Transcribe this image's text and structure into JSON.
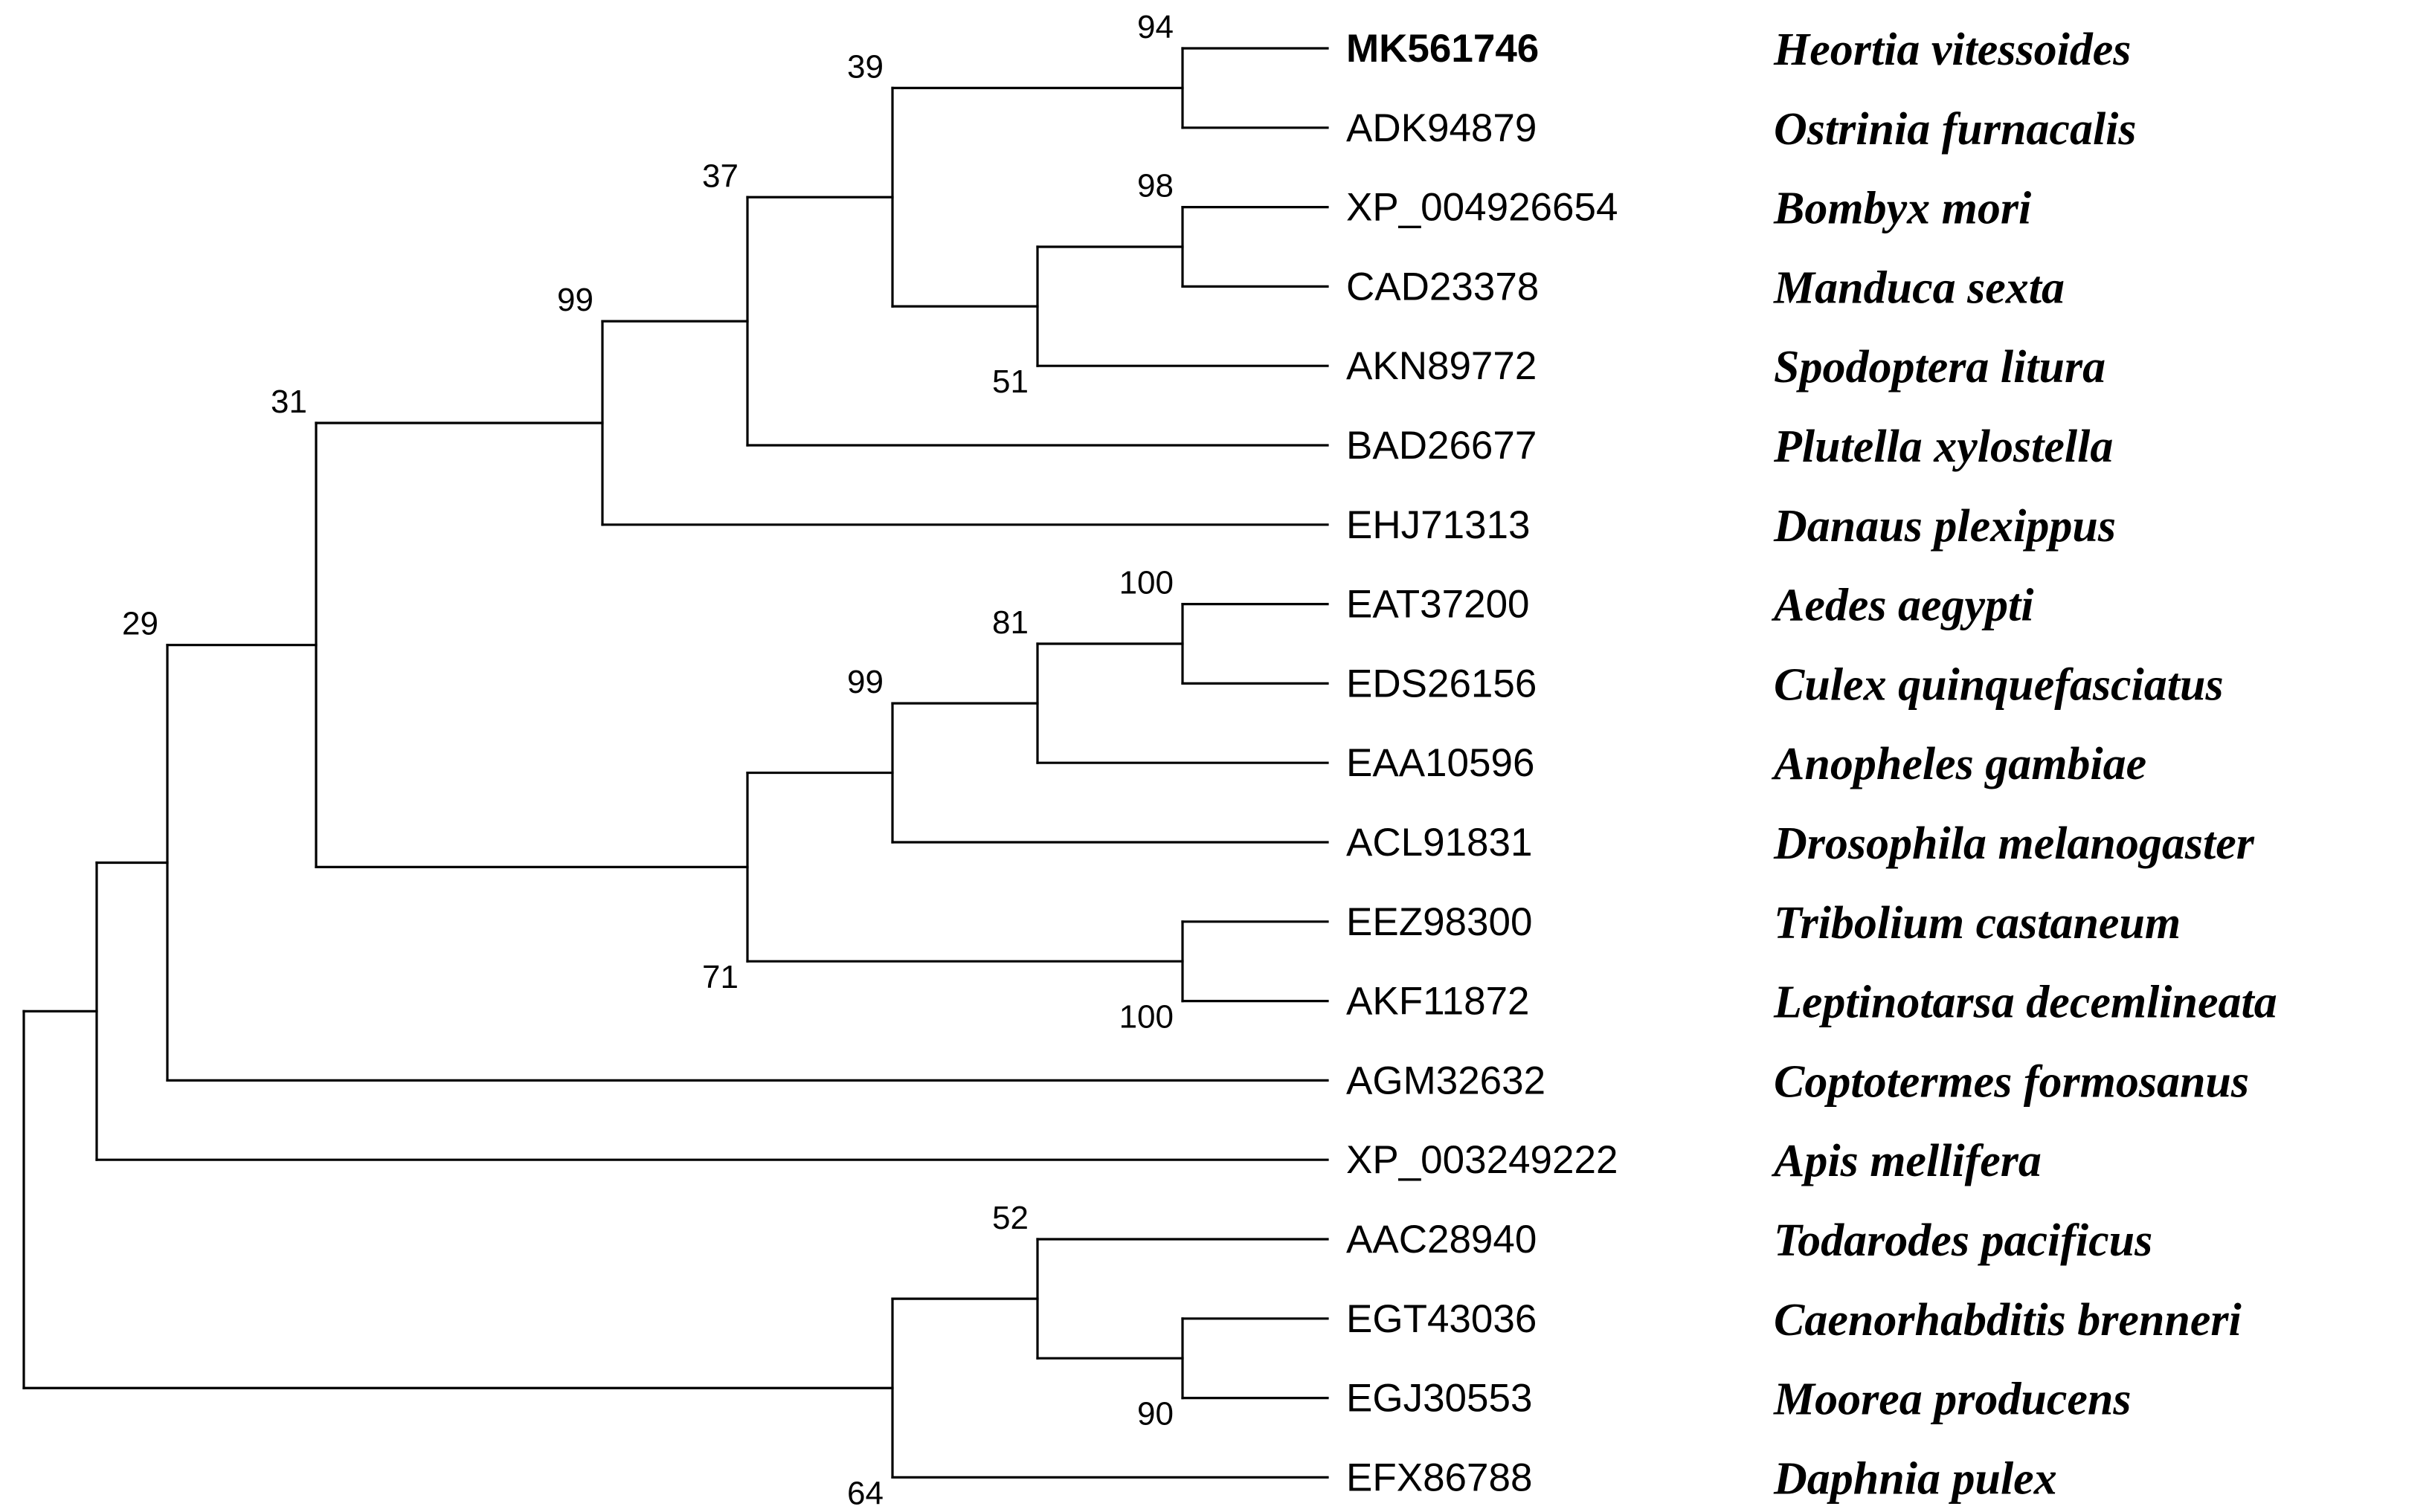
{
  "taxa": [
    {
      "accession": "MK561746",
      "species": "Heortia vitessoides",
      "highlight": true
    },
    {
      "accession": "ADK94879",
      "species": "Ostrinia furnacalis"
    },
    {
      "accession": "XP_004926654",
      "species": "Bombyx mori"
    },
    {
      "accession": "CAD23378",
      "species": "Manduca sexta"
    },
    {
      "accession": "AKN89772",
      "species": "Spodoptera litura"
    },
    {
      "accession": "BAD26677",
      "species": "Plutella xylostella"
    },
    {
      "accession": "EHJ71313",
      "species": "Danaus plexippus"
    },
    {
      "accession": "EAT37200",
      "species": "Aedes aegypti"
    },
    {
      "accession": "EDS26156",
      "species": "Culex quinquefasciatus"
    },
    {
      "accession": "EAA10596",
      "species": "Anopheles gambiae"
    },
    {
      "accession": "ACL91831",
      "species": "Drosophila melanogaster"
    },
    {
      "accession": "EEZ98300",
      "species": "Tribolium castaneum"
    },
    {
      "accession": "AKF11872",
      "species": "Leptinotarsa decemlineata"
    },
    {
      "accession": "AGM32632",
      "species": "Coptotermes formosanus"
    },
    {
      "accession": "XP_003249222",
      "species": "Apis mellifera"
    },
    {
      "accession": "AAC28940",
      "species": "Todarodes pacificus"
    },
    {
      "accession": "EGT43036",
      "species": "Caenorhabditis brenneri"
    },
    {
      "accession": "EGJ30553",
      "species": "Moorea producens"
    },
    {
      "accession": "EFX86788",
      "species": "Daphnia pulex"
    }
  ],
  "tree": {
    "children": [
      {
        "bootstrap": "29",
        "label_pos": "above",
        "children": [
          {
            "bootstrap": "31",
            "label_pos": "above",
            "children": [
              {
                "bootstrap": "99",
                "label_pos": "above",
                "children": [
                  {
                    "bootstrap": "37",
                    "label_pos": "above",
                    "children": [
                      {
                        "bootstrap": "39",
                        "label_pos": "above",
                        "children": [
                          {
                            "bootstrap": "94",
                            "label_pos": "above",
                            "children": [
                              {
                                "leaf": 0
                              },
                              {
                                "leaf": 1
                              }
                            ]
                          },
                          {
                            "bootstrap": "51",
                            "label_pos": "below",
                            "children": [
                              {
                                "bootstrap": "98",
                                "label_pos": "above",
                                "children": [
                                  {
                                    "leaf": 2
                                  },
                                  {
                                    "leaf": 3
                                  }
                                ]
                              },
                              {
                                "leaf": 4
                              }
                            ]
                          }
                        ]
                      },
                      {
                        "leaf": 5
                      }
                    ]
                  },
                  {
                    "leaf": 6
                  }
                ]
              },
              {
                "bootstrap": "71",
                "label_pos": "below",
                "children": [
                  {
                    "bootstrap": "99",
                    "label_pos": "above",
                    "children": [
                      {
                        "bootstrap": "81",
                        "label_pos": "above",
                        "children": [
                          {
                            "bootstrap": "100",
                            "label_pos": "above",
                            "children": [
                              {
                                "leaf": 7
                              },
                              {
                                "leaf": 8
                              }
                            ]
                          },
                          {
                            "leaf": 9
                          }
                        ]
                      },
                      {
                        "leaf": 10
                      }
                    ]
                  },
                  {
                    "bootstrap": "100",
                    "label_pos": "below",
                    "children": [
                      {
                        "leaf": 11
                      },
                      {
                        "leaf": 12
                      }
                    ]
                  }
                ]
              }
            ]
          },
          {
            "leaf": 13
          }
        ]
      },
      {
        "leaf": 14
      }
    ],
    "outgroup": {
      "bootstrap": "64",
      "label_pos": "below",
      "children": [
        {
          "bootstrap": "52",
          "label_pos": "above",
          "children": [
            {
              "leaf": 15
            },
            {
              "bootstrap": "90",
              "label_pos": "below",
              "children": [
                {
                  "leaf": 16
                },
                {
                  "leaf": 17
                }
              ]
            }
          ]
        },
        {
          "leaf": 18
        }
      ]
    }
  }
}
